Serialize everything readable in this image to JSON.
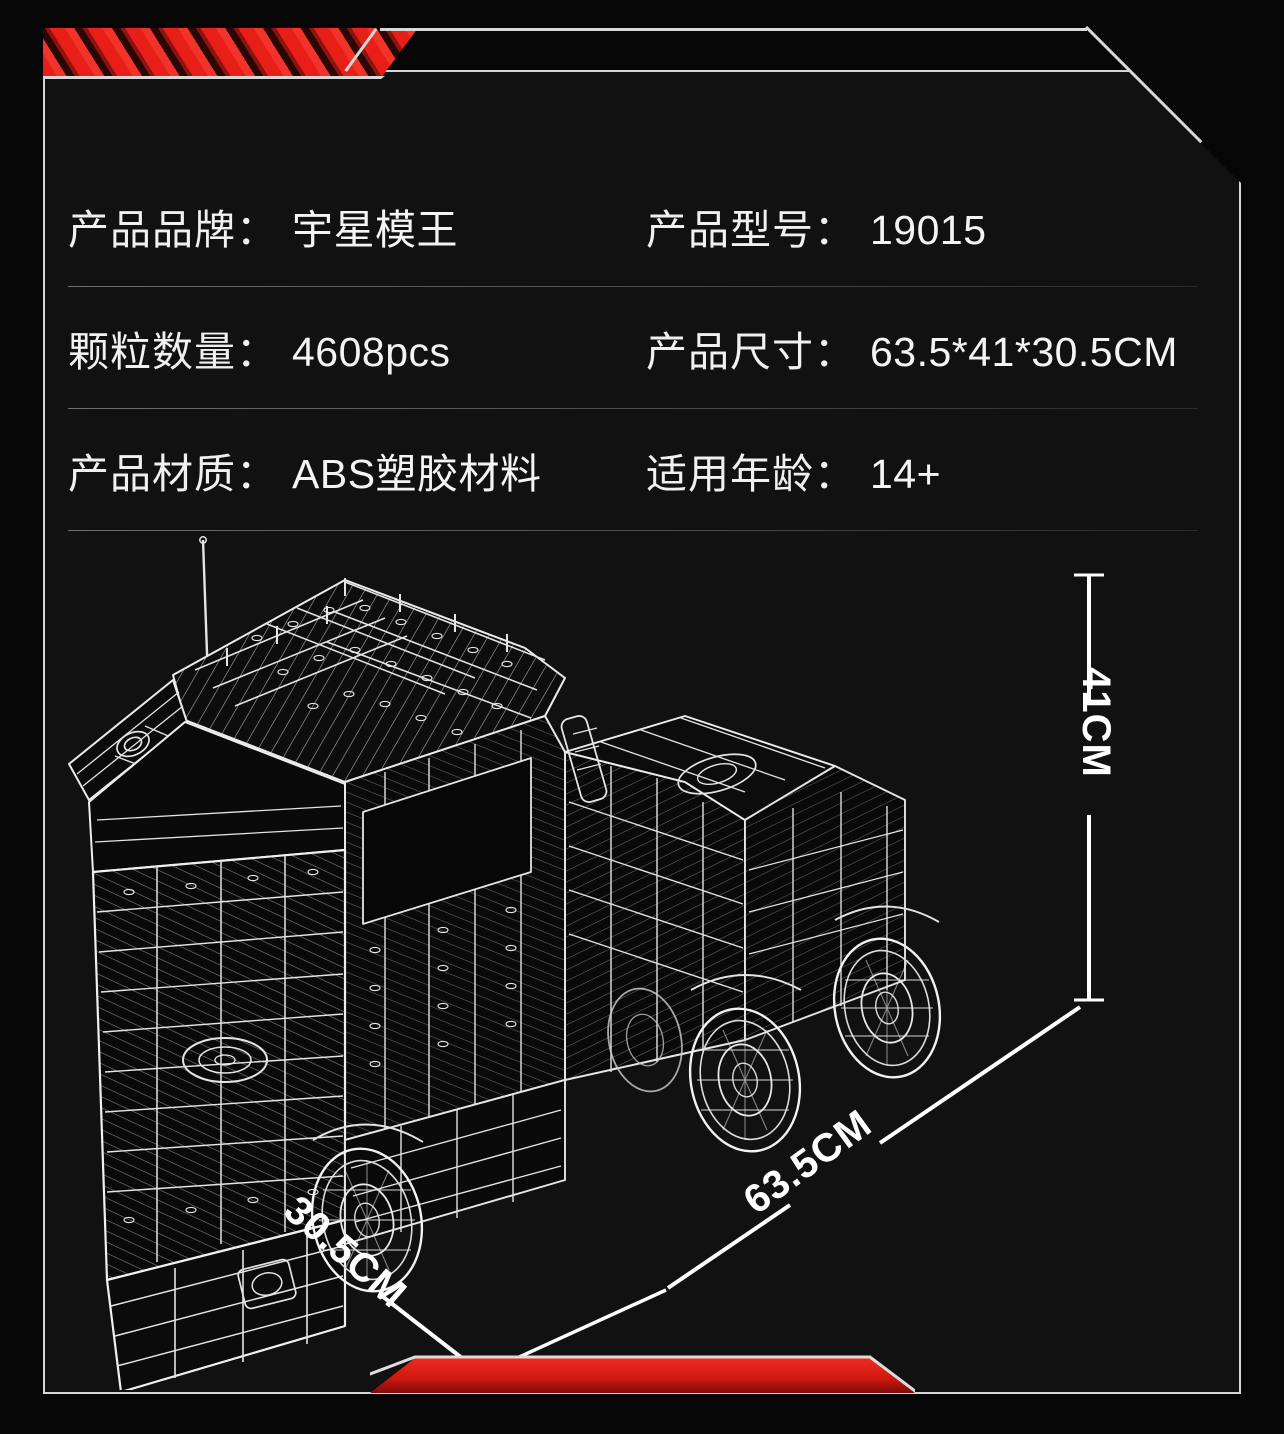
{
  "product": {
    "spec_rows": [
      {
        "left": {
          "label": "产品品牌：",
          "value": "宇星模王"
        },
        "right": {
          "label": "产品型号：",
          "value": "19015"
        }
      },
      {
        "left": {
          "label": "颗粒数量：",
          "value": "4608pcs"
        },
        "right": {
          "label": "产品尺寸：",
          "value": "63.5*41*30.5CM"
        }
      },
      {
        "left": {
          "label": "产品材质：",
          "value": "ABS塑胶材料"
        },
        "right": {
          "label": "适用年龄：",
          "value": "14+"
        }
      }
    ]
  },
  "dimensions": {
    "height": "41CM",
    "length": "63.5CM",
    "depth": "30.5CM"
  },
  "colors": {
    "accent_red": "#e81f18",
    "frame_line": "#d6d6d6",
    "background": "#111111",
    "text": "#f0f0f0"
  },
  "artwork": {
    "subject": "technic-truck-wireframe",
    "description": "白色线框卡车模型"
  }
}
